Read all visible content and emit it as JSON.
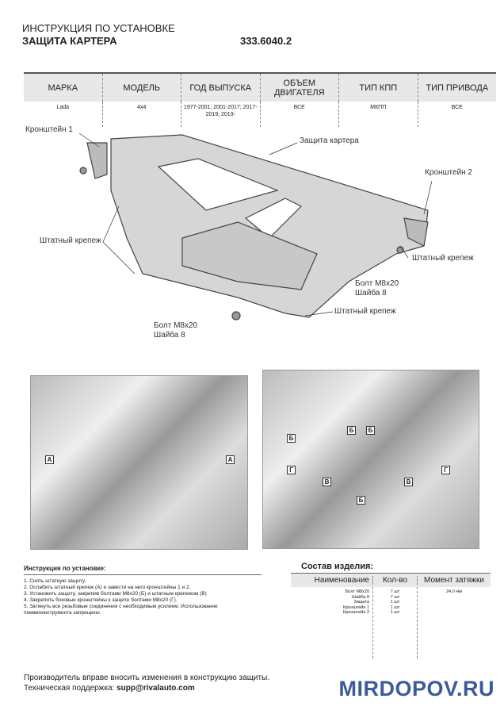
{
  "header": {
    "subtitle": "ИНСТРУКЦИЯ ПО УСТАНОВКЕ",
    "title": "ЗАЩИТА КАРТЕРА",
    "part_number": "333.6040.2"
  },
  "spec_table": {
    "headers": [
      "МАРКА",
      "МОДЕЛЬ",
      "ГОД ВЫПУСКА",
      "ОБЪЕМ ДВИГАТЕЛЯ",
      "ТИП КПП",
      "ТИП ПРИВОДА"
    ],
    "values": [
      "Lada",
      "4x4",
      "1977-2001; 2001-2017; 2017-2019; 2019-",
      "ВСЕ",
      "МКПП",
      "ВСЕ"
    ]
  },
  "diagram": {
    "labels": {
      "bracket1": "Кронштейн 1",
      "guard": "Защита картера",
      "bracket2": "Кронштейн 2",
      "std_left": "Штатный крепеж",
      "std_right": "Штатный крепеж",
      "std_bottom": "Штатный крепеж",
      "bolt_right": "Болт М8х20",
      "washer_right": "Шайба 8",
      "bolt_left": "Болт М8х20",
      "washer_left": "Шайба 8"
    }
  },
  "photos": {
    "left_marks": [
      "А",
      "А"
    ],
    "right_marks": [
      "Б",
      "Б",
      "Б",
      "Г",
      "Г",
      "В",
      "В",
      "Б"
    ]
  },
  "instructions": {
    "title": "Инструкция по установке:",
    "steps": [
      "1. Снять штатную защиту.",
      "2. Ослабить штатный крепеж (А) и завести на него кронштейны 1 и 2.",
      "3. Установить защиту, закрепив болтами М8х20 (Б) и штатным крепежом (В)",
      "4. Закрепить боковые кронштейны к защите болтами М8х20 (Г).",
      "5. Затянуть все резьбовые соединения с необходимым усилием. Использование пневмоинструмента запрещено."
    ]
  },
  "composition": {
    "title": "Состав изделия:",
    "headers": [
      "Наименование",
      "Кол-во",
      "Момент затяжки"
    ],
    "items": [
      {
        "name": "Болт М8х20",
        "qty": "7 шт",
        "torque": "24.0 Нм"
      },
      {
        "name": "Шайба 8",
        "qty": "7 шт"
      },
      {
        "name": "Защита",
        "qty": "1 шт"
      },
      {
        "name": "Кронштейн 1",
        "qty": "1 шт"
      },
      {
        "name": "Кронштейн 2",
        "qty": "1 шт"
      }
    ]
  },
  "footer": {
    "line1": "Производитель вправе вносить изменения в конструкцию защиты.",
    "support_label": "Техническая поддержка: ",
    "support_email": "supp@rivalauto.com"
  },
  "watermark": "MIRDOPOV.RU"
}
